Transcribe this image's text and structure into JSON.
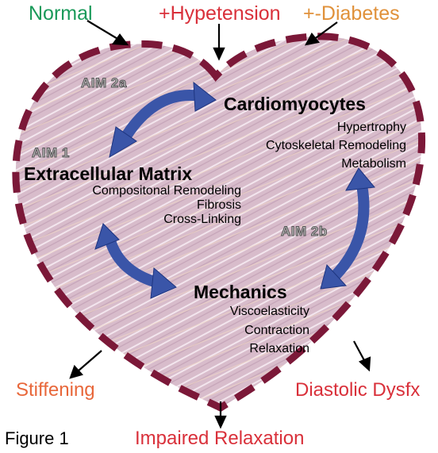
{
  "inputs": {
    "normal": "Normal",
    "hypertension": "+Hypetension",
    "diabetes": "+-Diabetes"
  },
  "outputs": {
    "stiffening": "Stiffening",
    "impaired_relaxation": "Impaired Relaxation",
    "diastolic": "Diastolic Dysfx"
  },
  "nodes": {
    "cardiomyocytes": {
      "title": "Cardiomyocytes",
      "items": [
        "Hypertrophy",
        "Cytoskeletal Remodeling",
        "Metabolism"
      ]
    },
    "ecm": {
      "title": "Extracellular Matrix",
      "items": [
        "Compositonal Remodeling",
        "Fibrosis",
        "Cross-Linking"
      ]
    },
    "mechanics": {
      "title": "Mechanics",
      "items": [
        "Viscoelasticity",
        "Contraction",
        "Relaxation"
      ]
    }
  },
  "aims": {
    "aim1": "AIM 1",
    "aim2a": "AIM 2a",
    "aim2b": "AIM 2b"
  },
  "figure_label": "Figure 1",
  "colors": {
    "heart_fill": "#d6b7c9",
    "heart_border": "#7b1838",
    "arrow_blue": "#3a55a8",
    "normal_green": "#1a9a5a",
    "hypertension_red": "#d9303a",
    "diabetes_orange": "#e0913a",
    "stiffening_orange": "#e8673a",
    "output_red": "#d9303a"
  }
}
